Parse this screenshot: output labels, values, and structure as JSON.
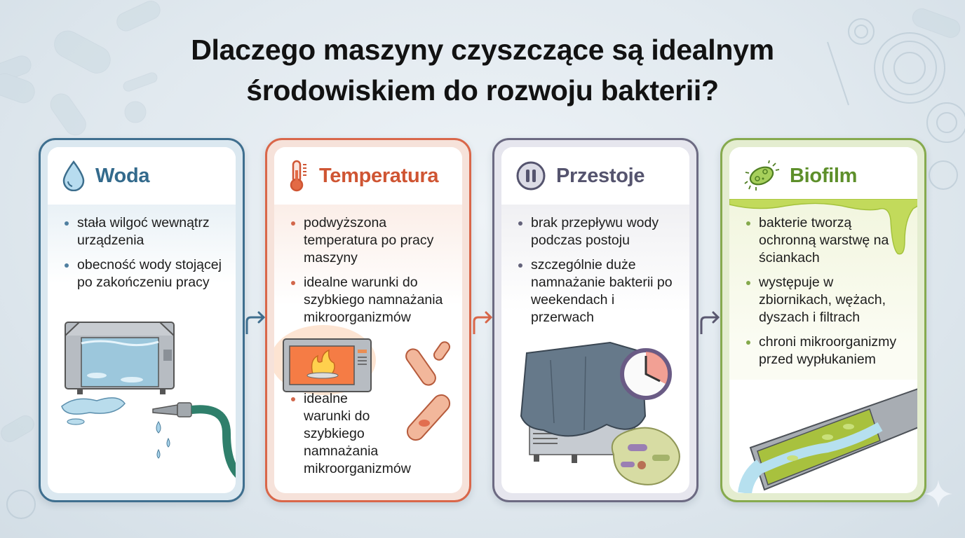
{
  "title": {
    "line1": "Dlaczego maszyny czyszczące są idealnym",
    "line2": "środowiskiem do rozwoju bakterii?"
  },
  "cards": [
    {
      "id": "woda",
      "heading": "Woda",
      "icon": "water-drop-icon",
      "accent": "#336a8c",
      "bullets": [
        "stała wilgoć wewnątrz urządzenia",
        "obecność wody stojącej po zakończeniu pracy"
      ],
      "illustration": "machine-tank-with-water-and-dripping-hose"
    },
    {
      "id": "temperatura",
      "heading": "Temperatura",
      "icon": "thermometer-icon",
      "accent": "#cf5533",
      "bullets": [
        "podwyższona temperatura po pracy maszyny",
        "idealne warunki do szybkiego namnażania mikroorganizmów"
      ],
      "extra_bullet": "idealne warunki do szybkiego namnażania mikroorganizmów",
      "illustration": "heated-oven-with-bacteria"
    },
    {
      "id": "przestoje",
      "heading": "Przestoje",
      "icon": "pause-icon",
      "accent": "#55546e",
      "bullets": [
        "brak przepływu wody podczas postoju",
        "szczególnie duże namnażanie bakterii po weekendach i przerwach"
      ],
      "illustration": "covered-machine-clock-bacteria-colony"
    },
    {
      "id": "biofilm",
      "heading": "Biofilm",
      "icon": "bacterium-icon",
      "accent": "#5d8f2a",
      "bullets": [
        "bakterie tworzą ochronną warstwę na ściankach",
        "występuje w zbiornikach, wężach, dyszach i filtrach",
        "chroni mikroorganizmy przed wypłukaniem"
      ],
      "illustration": "pipe-cross-section-with-biofilm"
    }
  ],
  "arrows": [
    {
      "from": "woda",
      "to": "temperatura",
      "color": "#3f6f8f"
    },
    {
      "from": "temperatura",
      "to": "przestoje",
      "color": "#d9674a"
    },
    {
      "from": "przestoje",
      "to": "biofilm",
      "color": "#5a5870"
    }
  ]
}
